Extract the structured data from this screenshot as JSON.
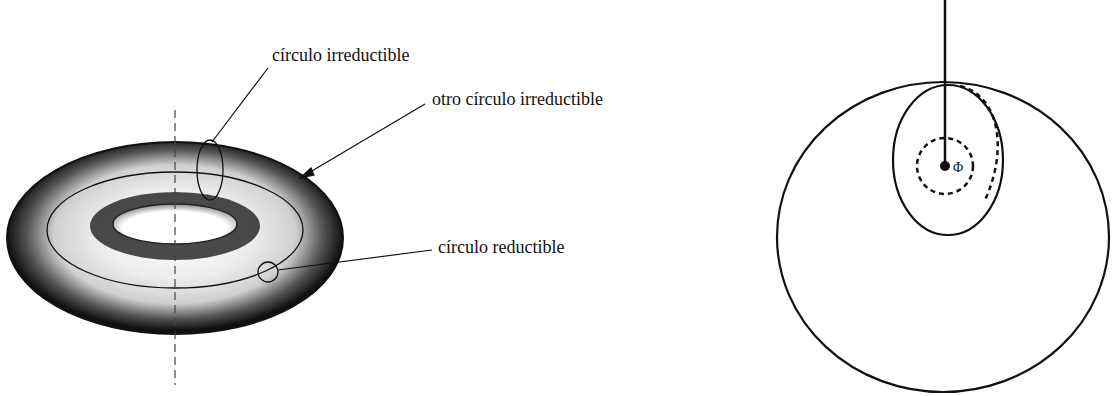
{
  "diagram": {
    "labels": [
      "círculo irreductible",
      "otro círculo irreductible",
      "círculo reductible",
      "Φ"
    ]
  }
}
